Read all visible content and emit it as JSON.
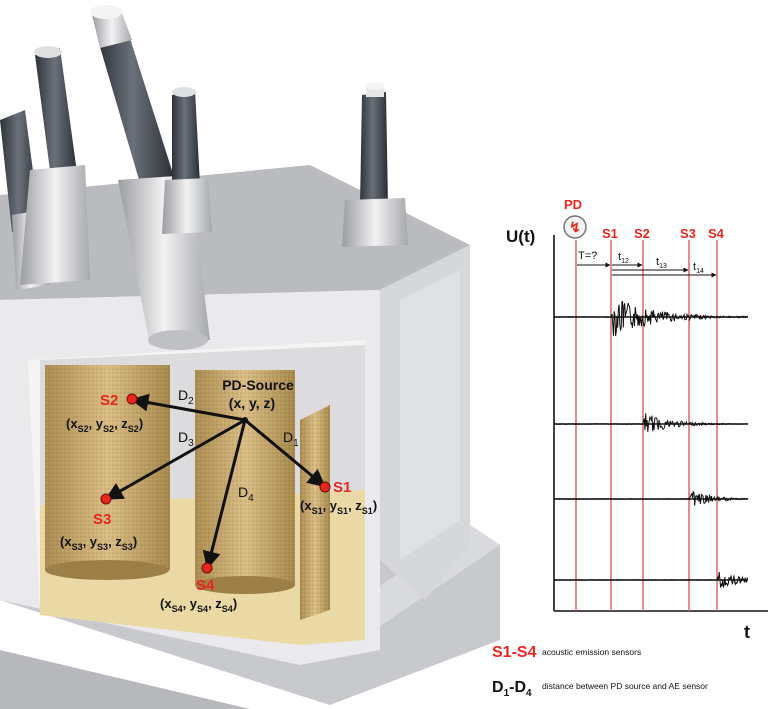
{
  "colors": {
    "sensor_red": "#e8261e",
    "marker_line_red": "#e25a5a",
    "tank_wall": "#e8e8ea",
    "winding": "#c9ab6e",
    "oil": "#e7d8a6",
    "bushing_insulator": "#4a4f58"
  },
  "transformer": {
    "pd_source": {
      "title": "PD-Source",
      "coords": "(x, y, z)"
    },
    "distances": [
      {
        "id": "D1",
        "main": "D",
        "sub": "1"
      },
      {
        "id": "D2",
        "main": "D",
        "sub": "2"
      },
      {
        "id": "D3",
        "main": "D",
        "sub": "3"
      },
      {
        "id": "D4",
        "main": "D",
        "sub": "4"
      }
    ],
    "sensors": [
      {
        "label": "S1",
        "x": "S1",
        "y": "S1",
        "z": "S1"
      },
      {
        "label": "S2",
        "x": "S2",
        "y": "S2",
        "z": "S2"
      },
      {
        "label": "S3",
        "x": "S3",
        "y": "S3",
        "z": "S3"
      },
      {
        "label": "S4",
        "x": "S4",
        "y": "S4",
        "z": "S4"
      }
    ]
  },
  "signal_plot": {
    "y_axis_label": "U(t)",
    "x_axis_label": "t",
    "pd_label": "PD",
    "pd_symbol": "↯",
    "marker_labels": [
      "S1",
      "S2",
      "S3",
      "S4"
    ],
    "time_question": "T=?",
    "delays": [
      {
        "main": "t",
        "sub": "12"
      },
      {
        "main": "t",
        "sub": "13"
      },
      {
        "main": "t",
        "sub": "14"
      }
    ]
  },
  "legend": [
    {
      "key": "S1-S4",
      "description": "acoustic emission sensors"
    },
    {
      "key_main_a": "D",
      "key_sub_a": "1",
      "key_mid": "-D",
      "key_sub_b": "4",
      "description": "distance between PD source and AE sensor"
    }
  ]
}
